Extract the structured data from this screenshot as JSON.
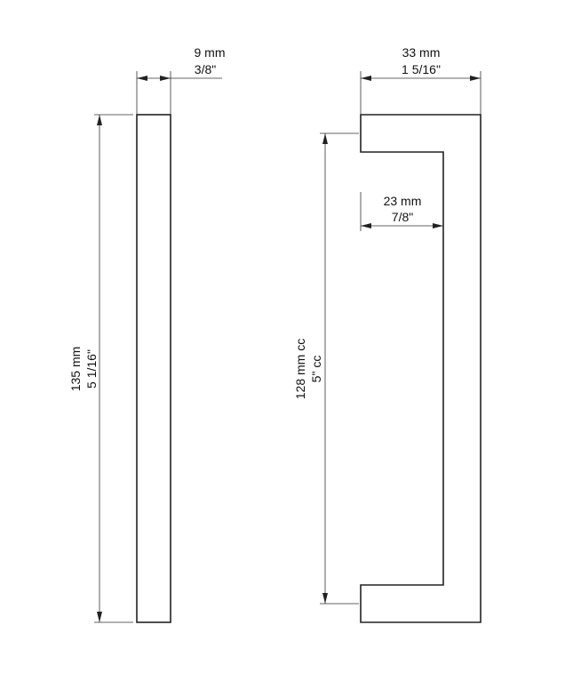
{
  "side_view": {
    "thickness_mm": "9 mm",
    "thickness_in": "3/8\"",
    "length_mm": "135 mm",
    "length_in": "5 1/16\""
  },
  "front_view": {
    "depth_mm": "33 mm",
    "depth_in": "1 5/16\"",
    "inner_mm": "23 mm",
    "inner_in": "7/8\"",
    "cc_mm": "128 mm cc",
    "cc_in": "5\" cc"
  }
}
